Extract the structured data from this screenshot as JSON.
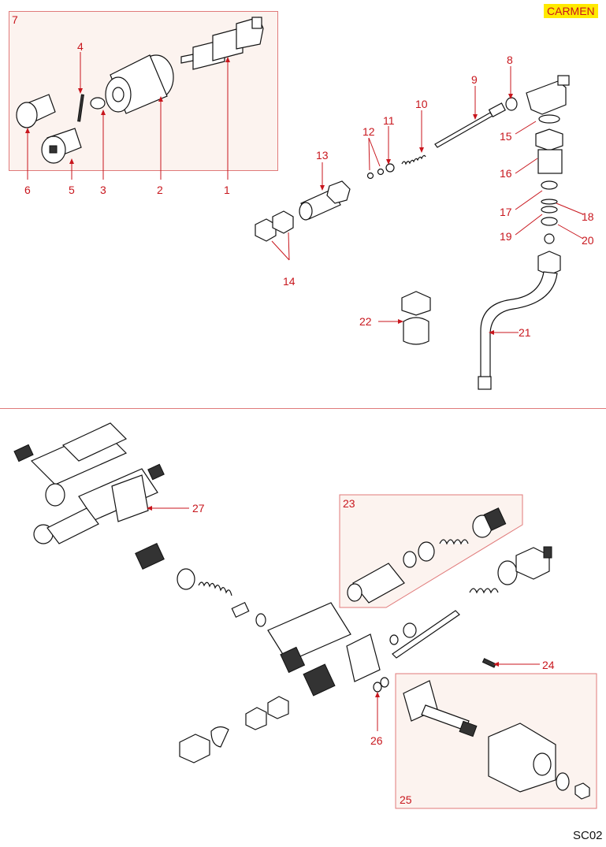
{
  "header": {
    "brand": "CARMEN",
    "page_code": "SC02"
  },
  "colors": {
    "label": "#c8161d",
    "brand_bg": "#ffea00",
    "box_border": "#e07a7a",
    "box_fill": "#fcf3ef"
  },
  "groups": [
    {
      "id": "7",
      "label": "7"
    },
    {
      "id": "23",
      "label": "23"
    },
    {
      "id": "25",
      "label": "25"
    }
  ],
  "callouts": {
    "c1": "1",
    "c2": "2",
    "c3": "3",
    "c4": "4",
    "c5": "5",
    "c6": "6",
    "c8": "8",
    "c9": "9",
    "c10": "10",
    "c11": "11",
    "c12": "12",
    "c13": "13",
    "c14": "14",
    "c15": "15",
    "c16": "16",
    "c17": "17",
    "c18": "18",
    "c19": "19",
    "c20": "20",
    "c21": "21",
    "c22": "22",
    "c24": "24",
    "c26": "26",
    "c27": "27"
  }
}
